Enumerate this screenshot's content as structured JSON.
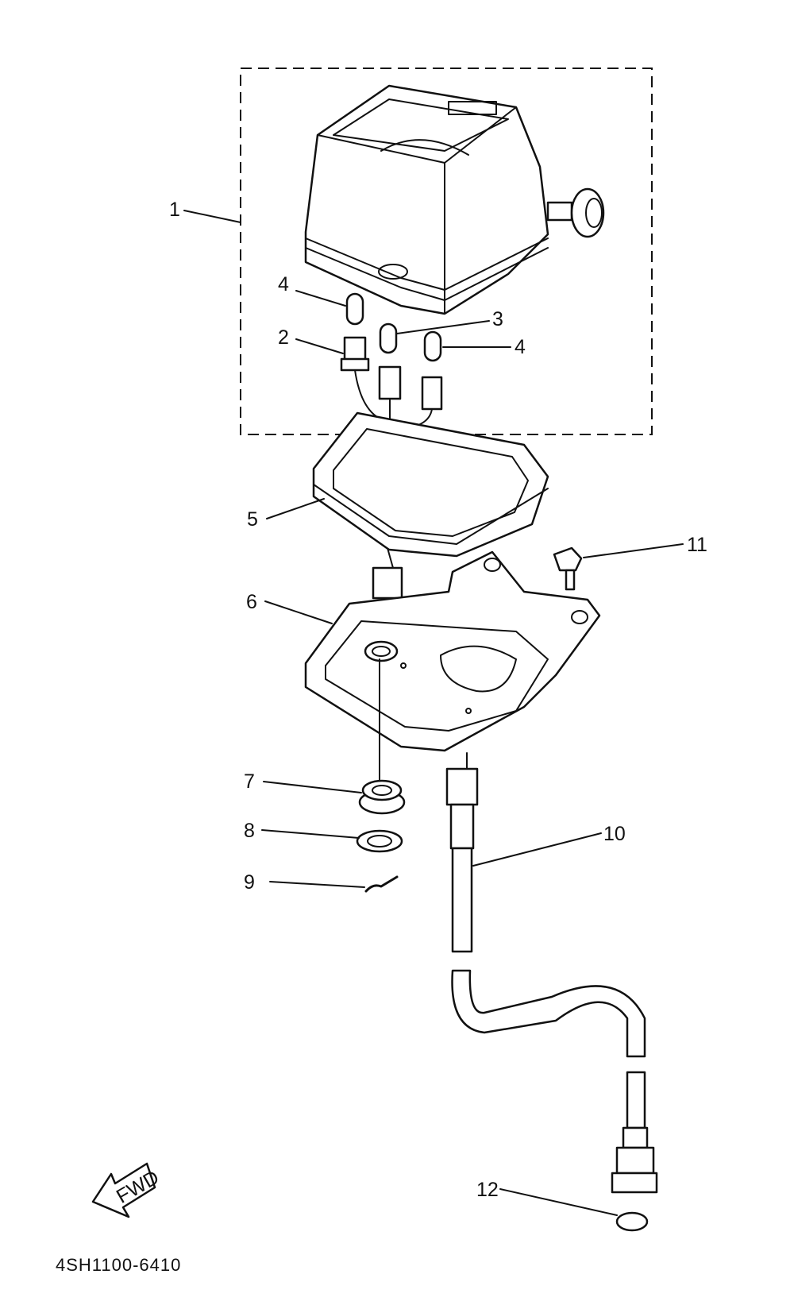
{
  "callouts": [
    {
      "id": "1",
      "text": "1"
    },
    {
      "id": "2",
      "text": "2"
    },
    {
      "id": "3",
      "text": "3"
    },
    {
      "id": "4a",
      "text": "4"
    },
    {
      "id": "4b",
      "text": "4"
    },
    {
      "id": "5",
      "text": "5"
    },
    {
      "id": "6",
      "text": "6"
    },
    {
      "id": "7",
      "text": "7"
    },
    {
      "id": "8",
      "text": "8"
    },
    {
      "id": "9",
      "text": "9"
    },
    {
      "id": "10",
      "text": "10"
    },
    {
      "id": "11",
      "text": "11"
    },
    {
      "id": "12",
      "text": "12"
    }
  ],
  "fwd_arrow": {
    "text": "FWD"
  },
  "diagram_code": "4SH1100-6410"
}
